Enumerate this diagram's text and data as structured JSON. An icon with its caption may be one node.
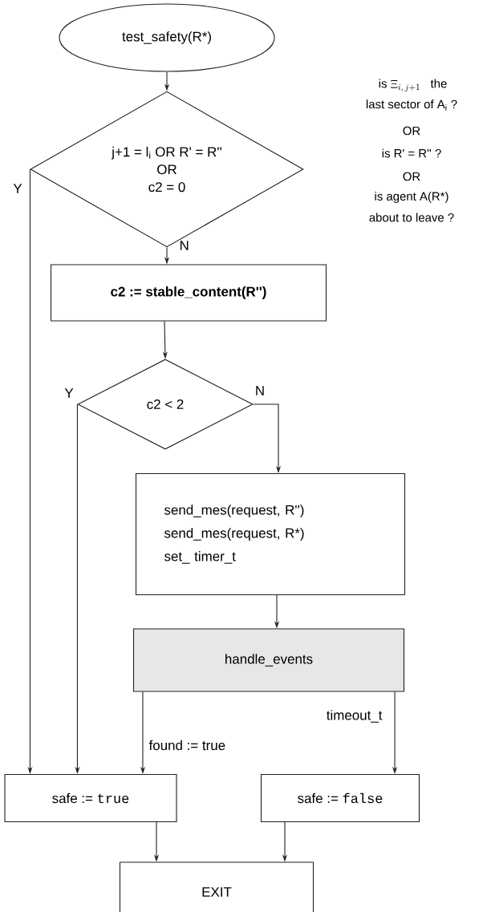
{
  "diagram": {
    "nodes": [
      {
        "text": [
          "test_safety(R*)"
        ]
      },
      {
        "text": [
          "j+1 = l$_{i}$  OR  R' = R''",
          "OR",
          "c2 = 0"
        ]
      },
      {
        "text": [
          "c2 := stable_content(R'')"
        ]
      },
      {
        "text": [
          "c2  <  2"
        ]
      },
      {
        "text": [
          "send_mes(request, R'')",
          "send_mes(request, R*)",
          "set_ timer_t"
        ]
      },
      {
        "text": [
          "handle_events"
        ]
      },
      {
        "text": [
          "safe :=",
          "true"
        ]
      },
      {
        "text": [
          "safe :=",
          "false"
        ]
      },
      {
        "text": [
          "EXIT"
        ]
      }
    ],
    "edges": [
      {
        "from": 0,
        "to": 1,
        "arrow": "to"
      },
      {
        "from": 1,
        "to": 2,
        "arrow": "to",
        "label": "N"
      },
      {
        "from": 1,
        "to": 6,
        "arrow": "to",
        "label": "Y"
      },
      {
        "from": 2,
        "to": 3,
        "arrow": "to"
      },
      {
        "from": 3,
        "to": 6,
        "arrow": "to",
        "label": "Y"
      },
      {
        "from": 3,
        "to": 4,
        "arrow": "to",
        "label": "N"
      },
      {
        "from": 4,
        "to": 5,
        "arrow": "to"
      },
      {
        "from": 5,
        "to": 6,
        "arrow": "to",
        "label": "found := true"
      },
      {
        "from": 5,
        "to": 7,
        "arrow": "to",
        "label": "timeout_t"
      },
      {
        "from": 6,
        "to": 8,
        "arrow": "to"
      },
      {
        "from": 7,
        "to": 8,
        "arrow": "to"
      }
    ],
    "labels": [
      "is",
      "\\Xi_{i,\\,j+1}",
      "the",
      "last sector of A$_{i}$ ?",
      "OR",
      "is R' = R'' ?",
      "OR",
      "is agent A(R*)",
      "about to leave ?"
    ]
  }
}
